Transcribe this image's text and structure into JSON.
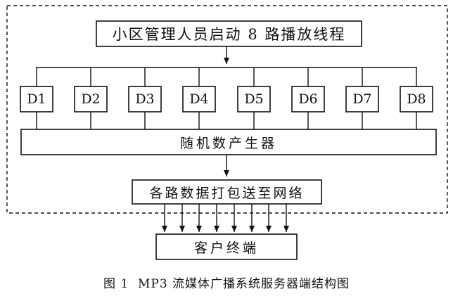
{
  "diagram": {
    "title_box": "小区管理人员启动 8 路播放线程",
    "threads": [
      "D1",
      "D2",
      "D3",
      "D4",
      "D5",
      "D6",
      "D7",
      "D8"
    ],
    "random_generator": "随机数产生器",
    "packager": "各路数据打包送至网络",
    "client": "客户终端"
  },
  "caption": "图 1  MP3 流媒体广播系统服务器端结构图",
  "colors": {
    "line": "#111111",
    "background": "#ffffff"
  }
}
